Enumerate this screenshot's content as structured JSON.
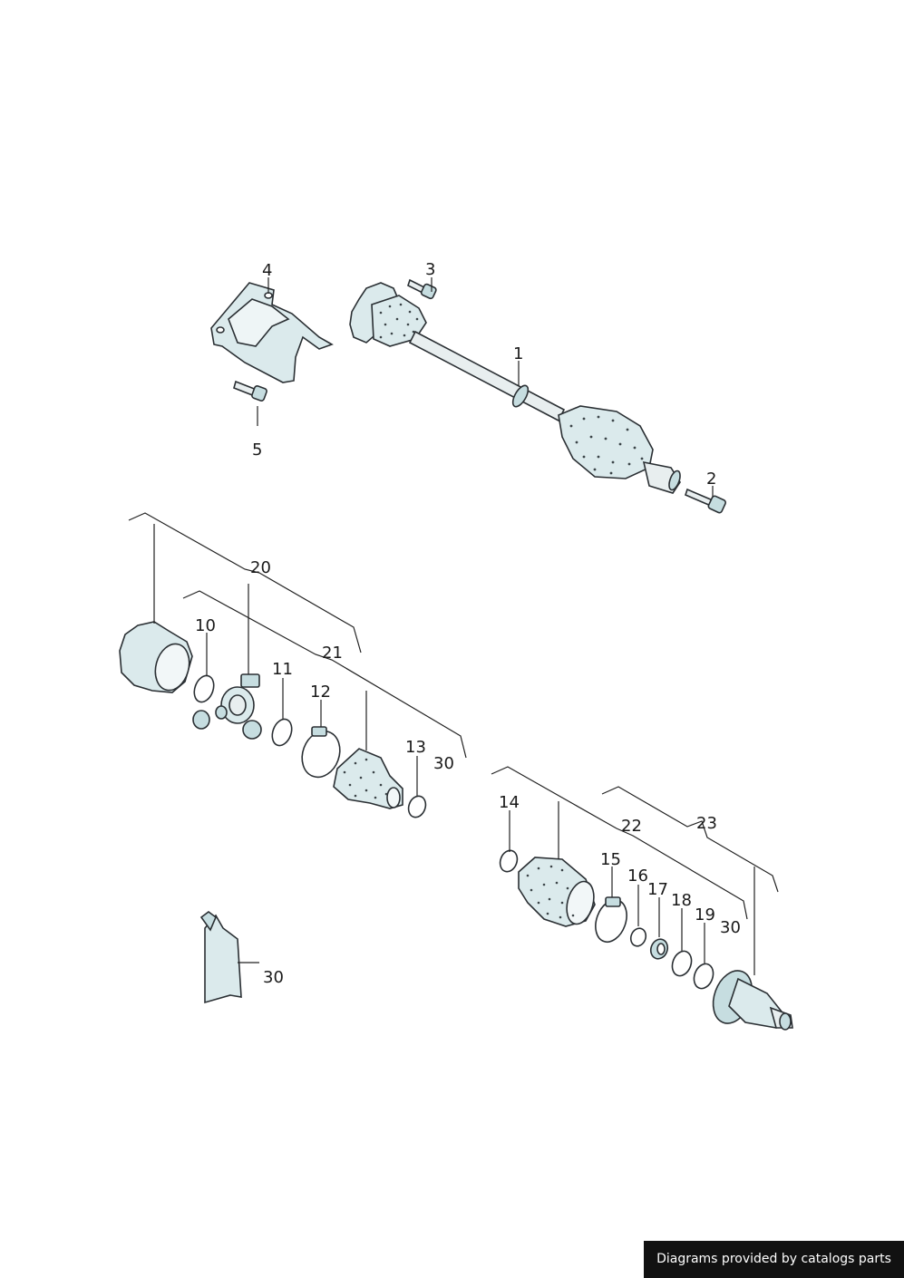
{
  "labels": {
    "l1": "1",
    "l2": "2",
    "l3": "3",
    "l4": "4",
    "l5": "5",
    "l10": "10",
    "l11": "11",
    "l12": "12",
    "l13": "13",
    "l14": "14",
    "l15": "15",
    "l16": "16",
    "l17": "17",
    "l18": "18",
    "l19": "19",
    "l20": "20",
    "l21": "21",
    "l22": "22",
    "l23": "23",
    "l30a": "30",
    "l30b": "30",
    "l30c": "30"
  },
  "footer": {
    "credit": "Diagrams provided by catalogs parts"
  },
  "colors": {
    "part_fill": "#dbeaec",
    "outline": "#2a2f33",
    "footer_bg": "#111111"
  }
}
